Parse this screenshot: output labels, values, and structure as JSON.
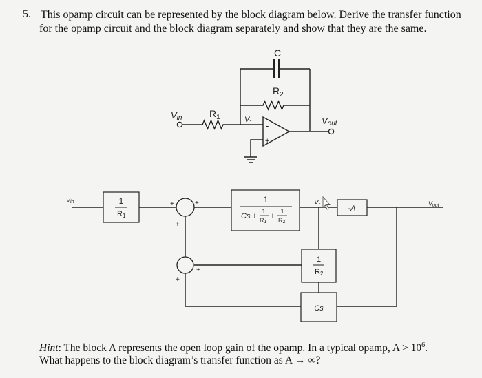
{
  "question": {
    "number": "5.",
    "line1": "This opamp circuit can be represented by the block diagram below.  Derive the transfer function",
    "line2": "for the opamp circuit and the block diagram separately and show that they are the same."
  },
  "circuit": {
    "capacitor_label": "C",
    "r2_label": "R",
    "r2_sub": "2",
    "r1_label": "R",
    "r1_sub": "1",
    "vin_label": "V",
    "vin_sub": "in",
    "vminus_label": "V",
    "vminus_sub": "-",
    "vout_label": "V",
    "vout_sub": "out",
    "minus_sign": "-",
    "plus_sign": "+"
  },
  "block_diagram": {
    "vin_label": "V",
    "vin_sub": "in",
    "vout_label": "V",
    "vout_sub": "out",
    "vminus_label": "V",
    "vminus_sub": "-",
    "block1_num": "1",
    "block1_den": "R",
    "block1_den_sub": "1",
    "block2_num": "1",
    "block2_den_cs": "Cs +",
    "block2_frac1_num": "1",
    "block2_frac1_den": "R",
    "block2_frac1_sub": "1",
    "block2_plus": "+",
    "block2_frac2_num": "1",
    "block2_frac2_den": "R",
    "block2_frac2_sub": "2",
    "block3_label": "-A",
    "block4_num": "1",
    "block4_den": "R",
    "block4_den_sub": "2",
    "block5_label": "Cs",
    "sum1_top_sign": "+",
    "sum1_bottom_sign": "+",
    "sum1_out_sign": "+",
    "sum2_right_sign": "+",
    "sum2_bottom_sign": "+"
  },
  "hint": {
    "label": "Hint",
    "line1_rest": ": The block A represents the open loop gain of the opamp.  In a typical opamp, A > 10",
    "line1_sup": "6",
    "line1_end": ".",
    "line2": "What happens to the block diagram’s transfer function as A → ∞?"
  }
}
